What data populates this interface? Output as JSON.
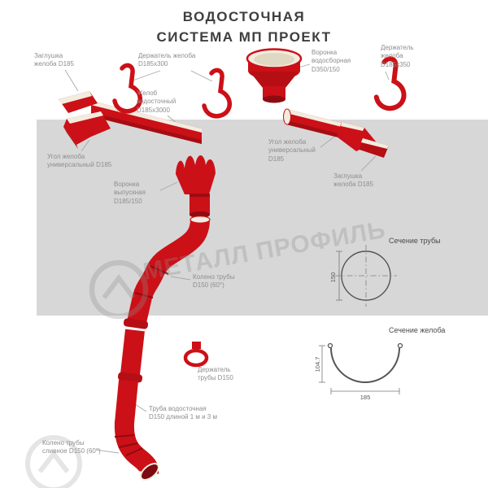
{
  "title": "ВОДОСТОЧНАЯ\nСИСТЕМА МП ПРОЕКТ",
  "watermark": {
    "text": "МЕТАЛЛ ПРОФИЛЬ",
    "logo": "metall-profil-ring-logo"
  },
  "labels": {
    "end_cap_left": "Заглушка\nжелоба D185",
    "gutter_bracket_300": "Держатель желоба\nD185х300",
    "collector_funnel": "Воронка\nводосборная\nD350/150",
    "gutter_bracket_350": "Держатель\nжелоба\nD185х350",
    "gutter": "Желоб\nводосточный\nD185х3000",
    "gutter_corner_left": "Угол желоба\nуниверсальный D185",
    "gutter_corner_right": "Угол желоба\nуниверсальный\nD185",
    "end_cap_right": "Заглушка\nжелоба D185",
    "outlet_funnel": "Воронка\nвыпускная\nD185/150",
    "pipe_elbow": "Колено трубы\nD150 (60°)",
    "pipe_bracket": "Держатель\nтрубы D150",
    "downpipe": "Труба водосточная\nD150 длиной 1 м и 3 м",
    "drain_elbow": "Колено трубы\nсливное D150 (60°)"
  },
  "cross_sections": {
    "pipe": {
      "title": "Сечение трубы",
      "diameter": "150"
    },
    "gutter": {
      "title": "Сечение желоба",
      "height": "104.7",
      "width": "185"
    }
  },
  "colors": {
    "part_red": "#cc1017",
    "part_red_dark": "#8f0b12",
    "inner_cream": "#f2ecdf",
    "band_gray": "#d7d7d7",
    "label_gray": "#8e8e8e",
    "title_gray": "#3e3e3e"
  }
}
